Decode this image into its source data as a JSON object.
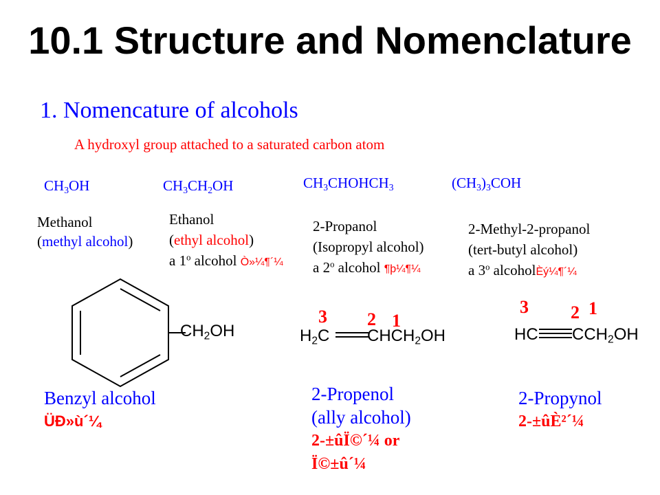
{
  "title": "10.1 Structure and Nomenclature",
  "section_heading": "1. Nomencature of alcohols",
  "definition": "A hydroxyl group attached to a saturated carbon atom",
  "formulas": {
    "f1": {
      "a": "CH",
      "s1": "3",
      "b": "OH"
    },
    "f2": {
      "a": "CH",
      "s1": "3",
      "b": "CH",
      "s2": "2",
      "c": "OH"
    },
    "f3": {
      "a": "CH",
      "s1": "3",
      "b": "CHOHCH",
      "s2": "3"
    },
    "f4": {
      "a": "(CH",
      "s1": "3",
      "b": ")",
      "s2": "3",
      "c": "COH"
    }
  },
  "names": {
    "methanol": {
      "line1": "Methanol",
      "line2_open": "(",
      "line2_inner": "methyl alcohol",
      "line2_close": ")"
    },
    "ethanol": {
      "line1": "Ethanol",
      "line2_open": "(",
      "line2_inner": "ethyl alcohol",
      "line2_close": ")",
      "line3_pre": "a 1",
      "line3_sup": "o",
      "line3_post": " alcohol ",
      "line3_garbled": "Ò»¼¶´¼"
    },
    "propanol": {
      "line1": "2-Propanol",
      "line2": "(Isopropyl alcohol)",
      "line3_pre": "a 2",
      "line3_sup": "o",
      "line3_post": " alcohol ",
      "line3_garbled": "¶þ¼¶¼"
    },
    "methylpropanol": {
      "line1": "2-Methyl-2-propanol",
      "line2": "(tert-butyl alcohol)",
      "line3_pre": "a 3",
      "line3_sup": "o",
      "line3_post": " alcohol",
      "line3_garbled": "Èý¼¶´¼"
    }
  },
  "structures": {
    "benzyl": {
      "group_a": "CH",
      "group_s": "2",
      "group_b": "OH"
    },
    "propenol": {
      "n3": "3",
      "n2": "2",
      "n1": "1",
      "left_a": "H",
      "left_s": "2",
      "left_b": "C",
      "right_a": "CHCH",
      "right_s": "2",
      "right_b": "OH"
    },
    "propynol": {
      "n3": "3",
      "n2": "2",
      "n1": "1",
      "left": "HC",
      "right_a": "CCH",
      "right_s": "2",
      "right_b": "OH"
    }
  },
  "bottom_names": {
    "benzyl": {
      "line1": "Benzyl alcohol",
      "line2": "ÜÐ»ù´¼"
    },
    "propenol": {
      "line1": "2-Propenol",
      "line2": "(ally alcohol)",
      "line3": "2-±ûÏ©´¼  or",
      "line4": "Ï©±û´¼"
    },
    "propynol": {
      "line1": "2-Propynol",
      "line2": "2-±ûÈ²´¼"
    }
  },
  "colors": {
    "blue": "#0000ff",
    "red": "#ff0000",
    "black": "#000000"
  }
}
